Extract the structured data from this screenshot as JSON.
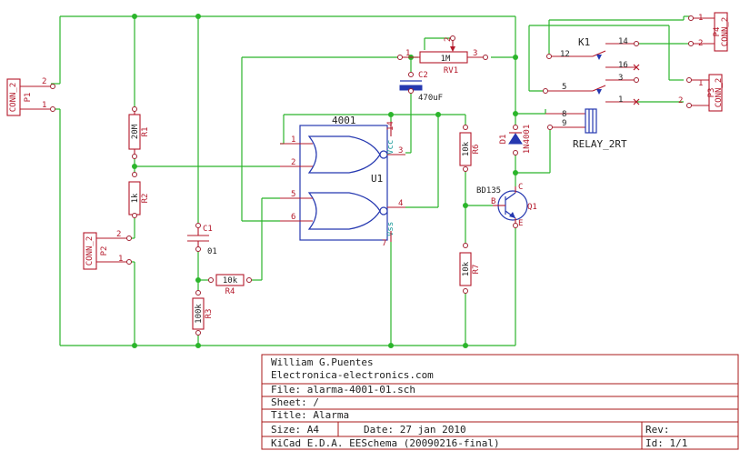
{
  "connectors": {
    "p1": {
      "ref": "P1",
      "value": "CONN_2",
      "pin1": "1",
      "pin2": "2"
    },
    "p2": {
      "ref": "P2",
      "value": "CONN_2",
      "pin1": "1",
      "pin2": "2"
    },
    "p3": {
      "ref": "P3",
      "value": "CONN_2",
      "pin1": "1",
      "pin2": "2"
    },
    "p4": {
      "ref": "P4",
      "value": "CONN_2",
      "pin1": "1",
      "pin2": "2"
    }
  },
  "resistors": {
    "r1": {
      "ref": "R1",
      "value": "20M"
    },
    "r2": {
      "ref": "R2",
      "value": "1k"
    },
    "r3": {
      "ref": "R3",
      "value": "100k"
    },
    "r4": {
      "ref": "R4",
      "value": "10k"
    },
    "r6": {
      "ref": "R6",
      "value": "10k"
    },
    "r7": {
      "ref": "R7",
      "value": "10k"
    }
  },
  "capacitors": {
    "c1": {
      "ref": "C1",
      "value": "01"
    },
    "c2": {
      "ref": "C2",
      "value": "470uF"
    }
  },
  "potentiometer": {
    "ref": "RV1",
    "value": "1M",
    "pin1": "1",
    "pin2": "2",
    "pin3": "3"
  },
  "ic": {
    "part": "4001",
    "ref": "U1",
    "vcc": "Vcc",
    "vss": "Vss",
    "pins": {
      "p1": "1",
      "p2": "2",
      "p3": "3",
      "p4": "4",
      "p5": "5",
      "p6": "6",
      "p7": "7",
      "p14": "14"
    }
  },
  "diode": {
    "ref": "D1",
    "value": "1N4001"
  },
  "transistor": {
    "ref": "Q1",
    "value": "BD135",
    "b": "B",
    "c": "C",
    "e": "E"
  },
  "relay": {
    "ref": "K1",
    "value": "RELAY_2RT",
    "pins": {
      "p3": "3",
      "p12": "12",
      "p14": "14",
      "p16": "16",
      "p5": "5",
      "p1": "1",
      "p9": "9",
      "p8": "8"
    }
  },
  "title_block": {
    "author": "William G.Puentes",
    "website": "Electronica-electronics.com",
    "file": "File: alarma-4001-01.sch",
    "sheet": "Sheet: /",
    "title": "Title: Alarma",
    "size": "Size: A4",
    "date": "Date: 27 jan 2010",
    "rev": "Rev:",
    "software": "KiCad E.D.A.  EESchema (20090216-final)",
    "id": "Id: 1/1"
  },
  "colors": {
    "wire": "#2bb52b",
    "component": "#b4182a",
    "ic_body": "#2538b0",
    "reference": "#1a9a9a",
    "background": "#ffffff"
  }
}
